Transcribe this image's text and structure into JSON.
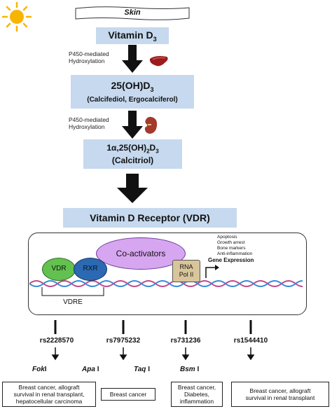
{
  "skin": "Skin",
  "vitamin_d3": {
    "base": "Vitamin D",
    "sub": "3"
  },
  "step1": {
    "line1": "P450-mediated",
    "line2": "Hydroxylation"
  },
  "oh_d3": {
    "base": "25(OH)D",
    "sub": "3",
    "sub_label": "(Calcifediol, Ergocalciferol)"
  },
  "step2": {
    "line1": "P450-mediated",
    "line2": "Hydroxylation"
  },
  "calcitriol": {
    "prefix": "1α,25(OH)",
    "sub1": "2",
    "mid": "D",
    "sub2": "3",
    "sub_label": "(Calcitriol)"
  },
  "vdr_title": "Vitamin D Receptor (VDR)",
  "complex": {
    "coactivators": "Co-activators",
    "vdr": "VDR",
    "rxr": "RXR",
    "rna_pol_line1": "RNA",
    "rna_pol_line2": "Pol II",
    "vdre": "VDRE",
    "gene_effects": [
      "Apoptosis",
      "Growth arrest",
      "Bone markers",
      "Anti-inflammation"
    ],
    "gene_expression": "Gene Expression"
  },
  "snps": [
    {
      "id": "rs2228570"
    },
    {
      "id": "rs7975232"
    },
    {
      "id": "rs731236"
    },
    {
      "id": "rs1544410"
    }
  ],
  "enzymes": [
    {
      "name": "Fok",
      "suffix": "I"
    },
    {
      "name": "Apa",
      "suffix": "I"
    },
    {
      "name": "Taq",
      "suffix": "I"
    },
    {
      "name": "Bsm",
      "suffix": "I"
    }
  ],
  "diseases": [
    {
      "line1": "Breast cancer, allograft",
      "line2": "survival in renal transplant,",
      "line3": "hepatocellular carcinoma"
    },
    {
      "line1": "Breast cancer"
    },
    {
      "line1": "Breast cancer,",
      "line2": "Diabetes,",
      "line3": "inflammation"
    },
    {
      "line1": "Breast cancer, allograft",
      "line2": "survival in renal transplant"
    }
  ],
  "colors": {
    "box_blue": "#c6d9ee",
    "coactivator_purple": "#d7a6f0",
    "vdr_green": "#63c14f",
    "rxr_blue": "#2b69b3",
    "rnapol_tan": "#d9c59b",
    "sun": "#f7b500"
  }
}
